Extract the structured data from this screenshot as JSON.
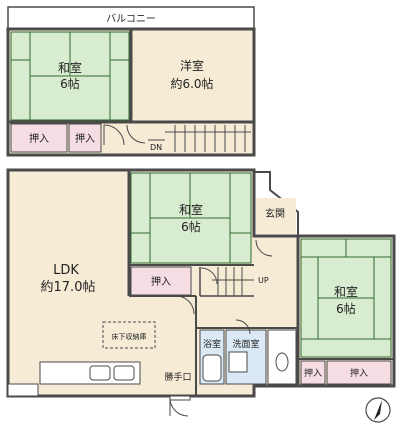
{
  "floor_upper": {
    "balcony": "バルコニー",
    "washitsu": {
      "name": "和室",
      "size": "6帖"
    },
    "youshitsu": {
      "name": "洋室",
      "size": "約6.0帖"
    },
    "oshiire_1": "押入",
    "oshiire_2": "押入",
    "stair_dn": "DN"
  },
  "floor_lower": {
    "ldk": {
      "name": "LDK",
      "size": "約17.0帖"
    },
    "washitsu_center": {
      "name": "和室",
      "size": "6帖"
    },
    "washitsu_right": {
      "name": "和室",
      "size": "6帖"
    },
    "genkan": "玄関",
    "oshiire_center": "押入",
    "oshiire_r1": "押入",
    "oshiire_r2": "押入",
    "stair_up": "UP",
    "underfloor_storage": "床下収納庫",
    "bath": "浴室",
    "washroom": "洗面室",
    "back_door": "勝手口"
  },
  "colors": {
    "wall": "#4a4a4a",
    "tatami": "#d8ecd0",
    "tatami_line": "#2f6b2f",
    "floor": "#f6ecd6",
    "oshiire": "#f6dde3",
    "wet": "#dbe8f6",
    "balcony": "#ffffff"
  }
}
